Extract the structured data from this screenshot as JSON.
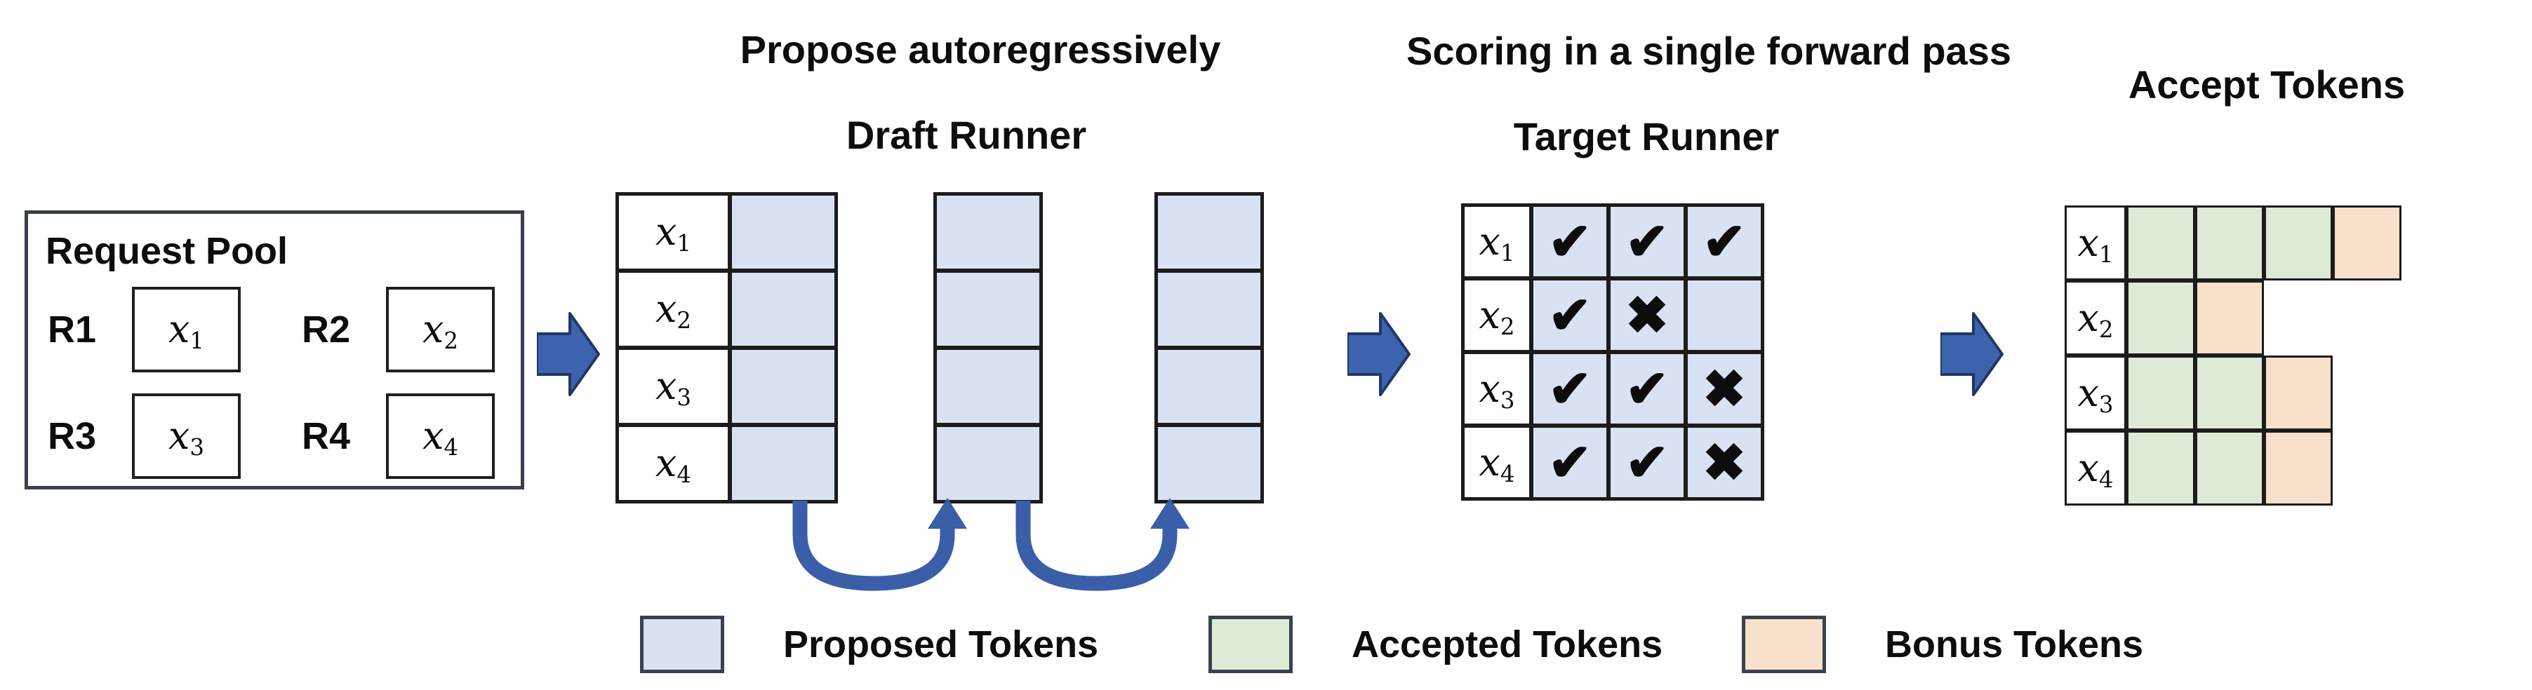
{
  "titles": {
    "propose": "Propose autoregressively",
    "draft_runner": "Draft Runner",
    "scoring": "Scoring in a single forward pass",
    "target_runner": "Target Runner",
    "accept": "Accept Tokens"
  },
  "request_pool": {
    "title": "Request Pool",
    "requests": [
      {
        "id": "R1",
        "token": {
          "base": "x",
          "sub": "1"
        }
      },
      {
        "id": "R2",
        "token": {
          "base": "x",
          "sub": "2"
        }
      },
      {
        "id": "R3",
        "token": {
          "base": "x",
          "sub": "3"
        }
      },
      {
        "id": "R4",
        "token": {
          "base": "x",
          "sub": "4"
        }
      }
    ]
  },
  "row_tokens": [
    {
      "base": "x",
      "sub": "1"
    },
    {
      "base": "x",
      "sub": "2"
    },
    {
      "base": "x",
      "sub": "3"
    },
    {
      "base": "x",
      "sub": "4"
    }
  ],
  "draft": {
    "extra_columns": 2,
    "cells_per_column": 4
  },
  "target": {
    "marks": [
      [
        "check",
        "check",
        "check"
      ],
      [
        "check",
        "cross",
        "blank"
      ],
      [
        "check",
        "check",
        "cross"
      ],
      [
        "check",
        "check",
        "cross"
      ]
    ]
  },
  "accept": {
    "rows": [
      [
        "accepted",
        "accepted",
        "accepted",
        "bonus"
      ],
      [
        "accepted",
        "bonus"
      ],
      [
        "accepted",
        "accepted",
        "bonus"
      ],
      [
        "accepted",
        "accepted",
        "bonus"
      ]
    ]
  },
  "glyphs": {
    "check": "✔",
    "cross": "✖",
    "blank": ""
  },
  "legend": [
    {
      "label": "Proposed Tokens",
      "type": "proposed",
      "color": "#D9E2F3"
    },
    {
      "label": "Accepted Tokens",
      "type": "accepted",
      "color": "#DFEAD6"
    },
    {
      "label": "Bonus Tokens",
      "type": "bonus",
      "color": "#F8E0CA"
    }
  ],
  "colors": {
    "proposed": "#D9E2F3",
    "accepted": "#DFEAD6",
    "bonus": "#F8E0CA",
    "arrow_fill": "#3E63AE",
    "arrow_stroke": "#1F3864",
    "connector": "#3B5EA9",
    "border": "#1C1C1C",
    "text": "#0D0D0D"
  }
}
